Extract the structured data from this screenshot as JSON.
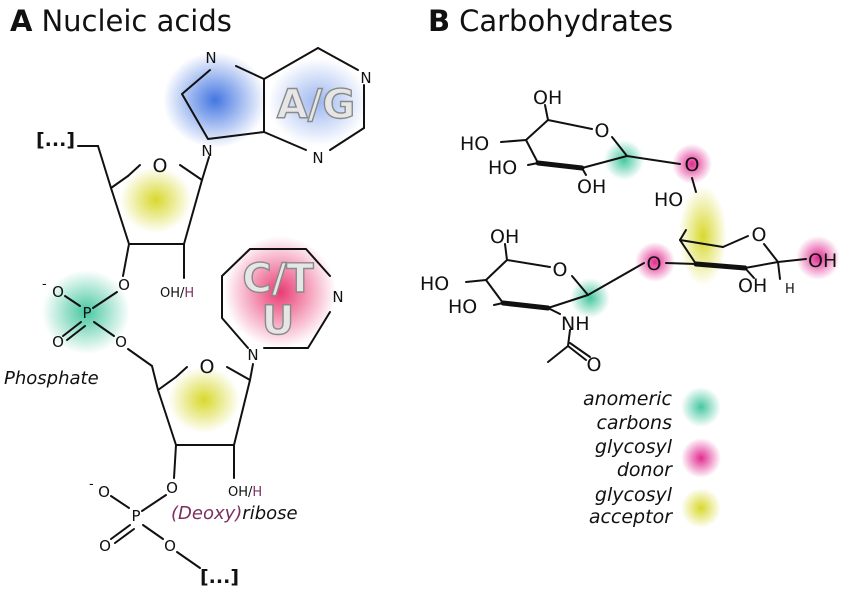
{
  "panels": {
    "a": {
      "letter": "A",
      "title": "Nucleic acids"
    },
    "b": {
      "letter": "B",
      "title": "Carbohydrates"
    }
  },
  "nucleic": {
    "chain_start": "[...]",
    "chain_end": "[...]",
    "purine_label": "A/G",
    "pyrimidine_label_top": "C/T",
    "pyrimidine_label_bottom": "U",
    "ring_oxygen": "O",
    "nitrogen": "N",
    "hydroxyl_oh": "OH/",
    "hydroxyl_h": "H",
    "phosphorus": "P",
    "phosphate_charge": "-",
    "phosphate_label": "Phosphate",
    "ribose_prefix": "(Deoxy)",
    "ribose_suffix": "ribose"
  },
  "carbohydrate": {
    "oh": "OH",
    "ho": "HO",
    "o": "O",
    "nh": "NH",
    "h": "H"
  },
  "legend": {
    "items": [
      {
        "line1": "anomeric",
        "line2": "carbons",
        "color": "#3cc49a"
      },
      {
        "line1": "glycosyl",
        "line2": "donor",
        "color": "#e0208a"
      },
      {
        "line1": "glycosyl",
        "line2": "acceptor",
        "color": "#d9d92a"
      }
    ]
  },
  "colors": {
    "purine_glow": "#3a6fe0",
    "pyrimidine_glow": "#e8306c",
    "sugar_glow": "#d9d92a",
    "phosphate_glow": "#3cc49a",
    "deoxy_color": "#7a3060"
  }
}
